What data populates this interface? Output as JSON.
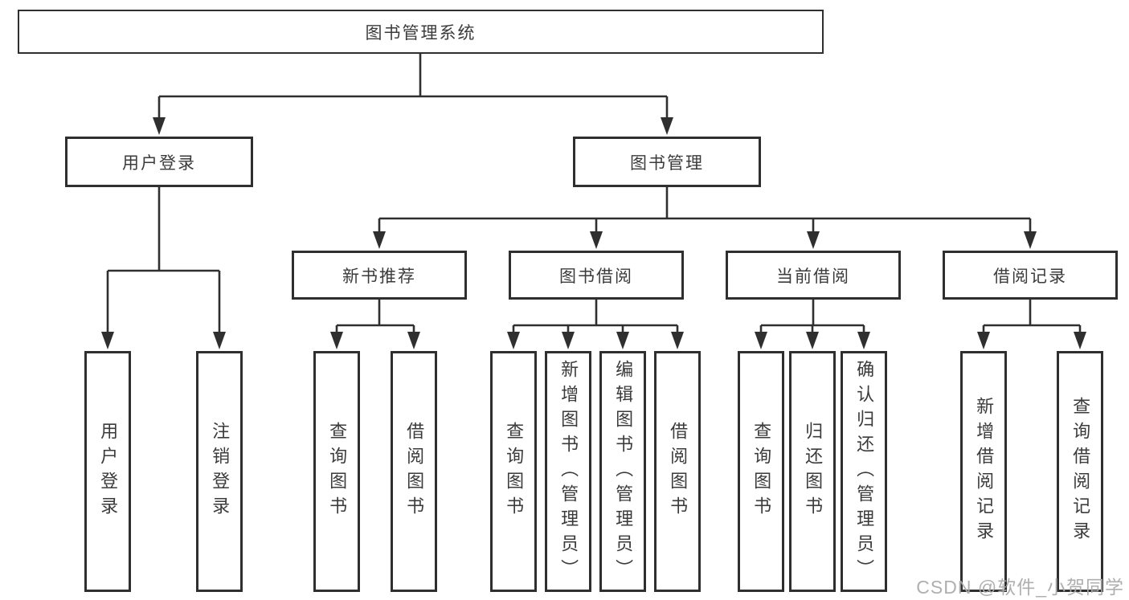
{
  "tree": {
    "label": "图书管理系统",
    "children": [
      {
        "label": "用户登录",
        "children": [
          {
            "label": "用户登录"
          },
          {
            "label": "注销登录"
          }
        ]
      },
      {
        "label": "图书管理",
        "children": [
          {
            "label": "新书推荐",
            "children": [
              {
                "label": "查询图书"
              },
              {
                "label": "借阅图书"
              }
            ]
          },
          {
            "label": "图书借阅",
            "children": [
              {
                "label": "查询图书"
              },
              {
                "label": "新增图书（管理员）"
              },
              {
                "label": "编辑图书（管理员）"
              },
              {
                "label": "借阅图书"
              }
            ]
          },
          {
            "label": "当前借阅",
            "children": [
              {
                "label": "查询图书"
              },
              {
                "label": "归还图书"
              },
              {
                "label": "确认归还（管理员）"
              }
            ]
          },
          {
            "label": "借阅记录",
            "children": [
              {
                "label": "新增借阅记录"
              },
              {
                "label": "查询借阅记录"
              }
            ]
          }
        ]
      }
    ]
  },
  "watermark": {
    "text": "CSDN @软件_小贺同学",
    "color": "#ababab"
  },
  "colors": {
    "line": "#2f2f2f",
    "box_border": "#2f2f2f",
    "box_fill": "#ffffff",
    "text": "#3b3b3b",
    "background": "#ffffff"
  }
}
